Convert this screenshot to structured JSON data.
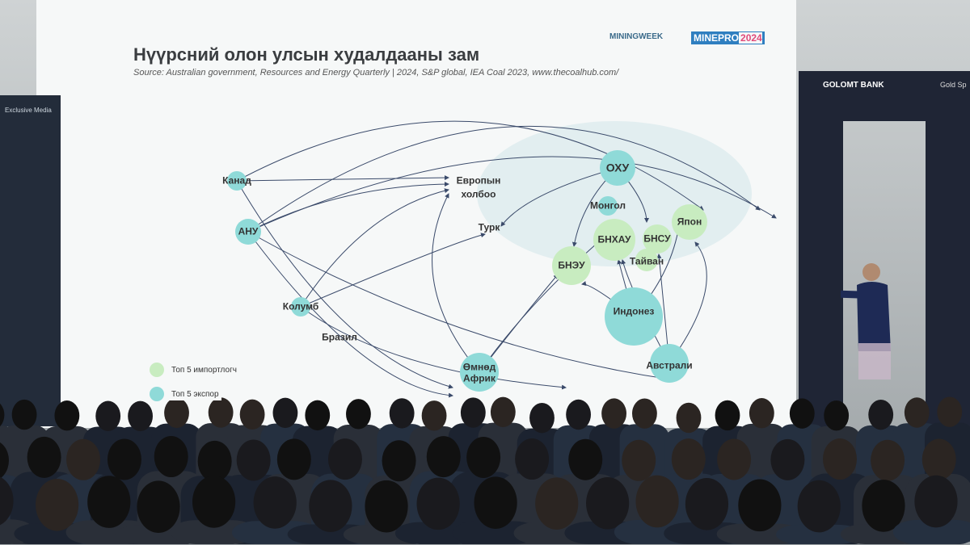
{
  "slide": {
    "title": "Нүүрсний олон улсын худалдааны зам",
    "source": "Source: Australian government, Resources and Energy Quarterly | 2024, S&P global, IEA Coal 2023, www.thecoalhub.com/",
    "logo_mining": "MININGWEEK",
    "logo_minepro": "MINEPRO",
    "logo_year": "2024",
    "nodes": {
      "canada": "Канад",
      "usa": "АНУ",
      "colombia": "Колумб",
      "brazil": "Бразил",
      "eu1": "Европын",
      "eu2": "холбоо",
      "turkey": "Турк",
      "russia": "ОХУ",
      "mongolia": "Монгол",
      "china": "БНХАУ",
      "korea": "БНСУ",
      "japan": "Япон",
      "taiwan": "Тайван",
      "india": "БНЭУ",
      "indonesia": "Индонез",
      "sa1": "Өмнөд",
      "sa2": "Африк",
      "australia": "Австрали"
    },
    "legend": {
      "importers": "Топ 5 импортлогч",
      "exporters": "Топ 5 экспор"
    },
    "colors": {
      "importer": "#c8ecc0",
      "exporter": "#8fdad8",
      "arrow": "#3a4a6a"
    }
  },
  "banners": {
    "left": "Exclusive Media",
    "right_brand": "GOLOMT BANK",
    "right_sponsor": "Gold Sp"
  }
}
